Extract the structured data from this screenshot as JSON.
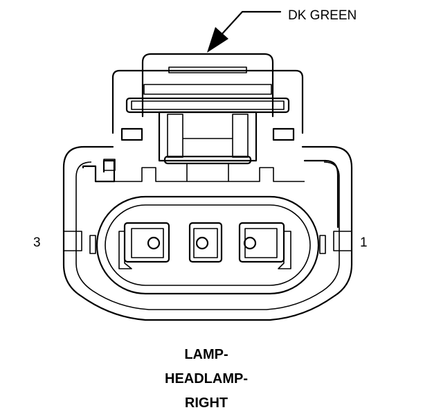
{
  "callout": {
    "label": "DK GREEN"
  },
  "pins": {
    "left": "3",
    "right": "1"
  },
  "caption": {
    "line1": "LAMP-",
    "line2": "HEADLAMP-",
    "line3": "RIGHT"
  },
  "colors": {
    "ink": "#000000",
    "background": "#ffffff"
  }
}
